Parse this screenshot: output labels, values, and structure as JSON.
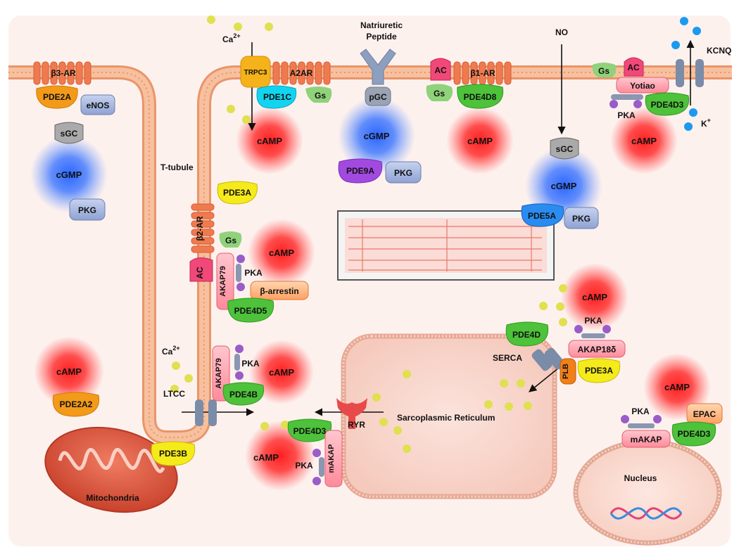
{
  "labels": {
    "ca_top": "Ca",
    "ca_sup": "2+",
    "ca_mid": "Ca",
    "natriuretic_line1": "Natriuretic",
    "natriuretic_line2": "Peptide",
    "no": "NO",
    "kcnq": "KCNQ",
    "k_ion": "K",
    "k_sup": "+",
    "beta3_ar": "β3-AR",
    "beta1_ar": "β1-AR",
    "beta2_ar": "β2-AR",
    "a2a_r": "A2AR",
    "trpc3": "TRPC3",
    "pde2a": "PDE2A",
    "enos": "eNOS",
    "sgc": "sGC",
    "cgmp": "cGMP",
    "pkg": "PKG",
    "pde1c": "PDE1C",
    "gs": "Gs",
    "pgc": "pGC",
    "pde9a": "PDE9A",
    "ac": "AC",
    "pde4d8": "PDE4D8",
    "camp": "cAMP",
    "yotiao": "Yotiao",
    "pka": "PKA",
    "pde4d3": "PDE4D3",
    "t_tubule": "T-tubule",
    "pde3a": "PDE3A",
    "pde5a": "PDE5A",
    "akap79": "AKAP79",
    "beta_arrestin": "β-arrestin",
    "pde4d5": "PDE4D5",
    "pde4d": "PDE4D",
    "akap18d": "AKAP18δ",
    "serca": "SERCA",
    "plb": "PLB",
    "pde4b": "PDE4B",
    "ltcc": "LTCC",
    "pde2a2": "PDE2A2",
    "pde3b": "PDE3B",
    "mitochondria": "Mitochondria",
    "ryr": "RYR",
    "sarcoplasmic_reticulum": "Sarcoplasmic Reticulum",
    "makap": "mAKAP",
    "epac": "EPAC",
    "nucleus": "Nucleus"
  },
  "colors": {
    "membrane": "#f3a979",
    "membrane_edge": "#e38a58",
    "camp_cloud": "#ff2a2a",
    "cgmp_cloud": "#2f6cff",
    "receptor": "#f07a50",
    "pde_green": "#4dc23a",
    "pde_yellow": "#f5ea1a",
    "pde_orange": "#f39a1a",
    "pde_cyan": "#12d4f0",
    "pde_purple": "#a24ae0",
    "pde_blue": "#2a8cf0",
    "pkg_box": "#a8b8e0",
    "akap_pink": "#ff9aa8",
    "ac_pink": "#f04878",
    "gs_green": "#8fd27a",
    "pka_purple": "#9a5cc8",
    "ca_dot": "#e0e050",
    "k_dot": "#1a9af0",
    "channel": "#7a8ca8"
  }
}
